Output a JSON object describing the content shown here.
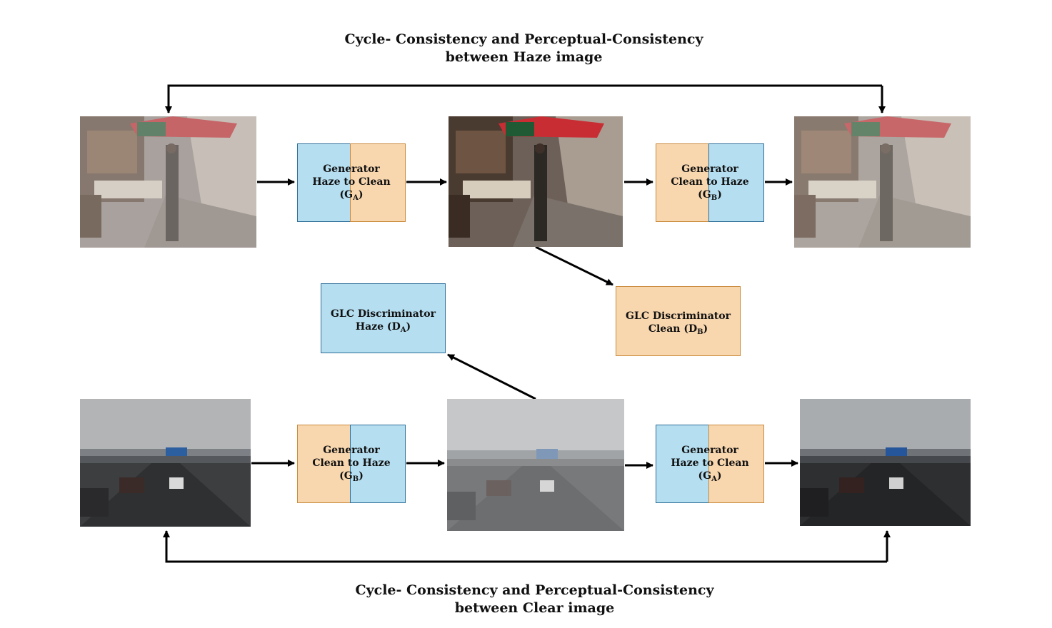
{
  "titles": {
    "top_line1": "Cycle- Consistency and Perceptual-Consistency",
    "top_line2": "between Haze image",
    "bottom_line1": "Cycle- Consistency and Perceptual-Consistency",
    "bottom_line2": "between Clear image"
  },
  "top_row": {
    "gen1": {
      "line1": "Generator",
      "line2": "Haze to Clean",
      "symbol": "G",
      "sub": "A"
    },
    "gen2": {
      "line1": "Generator",
      "line2": "Clean to Haze",
      "symbol": "G",
      "sub": "B"
    }
  },
  "bottom_row": {
    "gen1": {
      "line1": "Generator",
      "line2": "Clean to Haze",
      "symbol": "G",
      "sub": "B"
    },
    "gen2": {
      "line1": "Generator",
      "line2": "Haze to Clean",
      "symbol": "G",
      "sub": "A"
    }
  },
  "discriminators": {
    "haze": {
      "line1": "GLC Discriminator",
      "line2": "Haze",
      "symbol": "D",
      "sub": "A"
    },
    "clean": {
      "line1": "GLC Discriminator",
      "line2": "Clean",
      "symbol": "D",
      "sub": "B"
    }
  },
  "colors": {
    "blue_fill": "#b5def0",
    "orange_fill": "#f8d6ae",
    "arrow": "#000000"
  }
}
